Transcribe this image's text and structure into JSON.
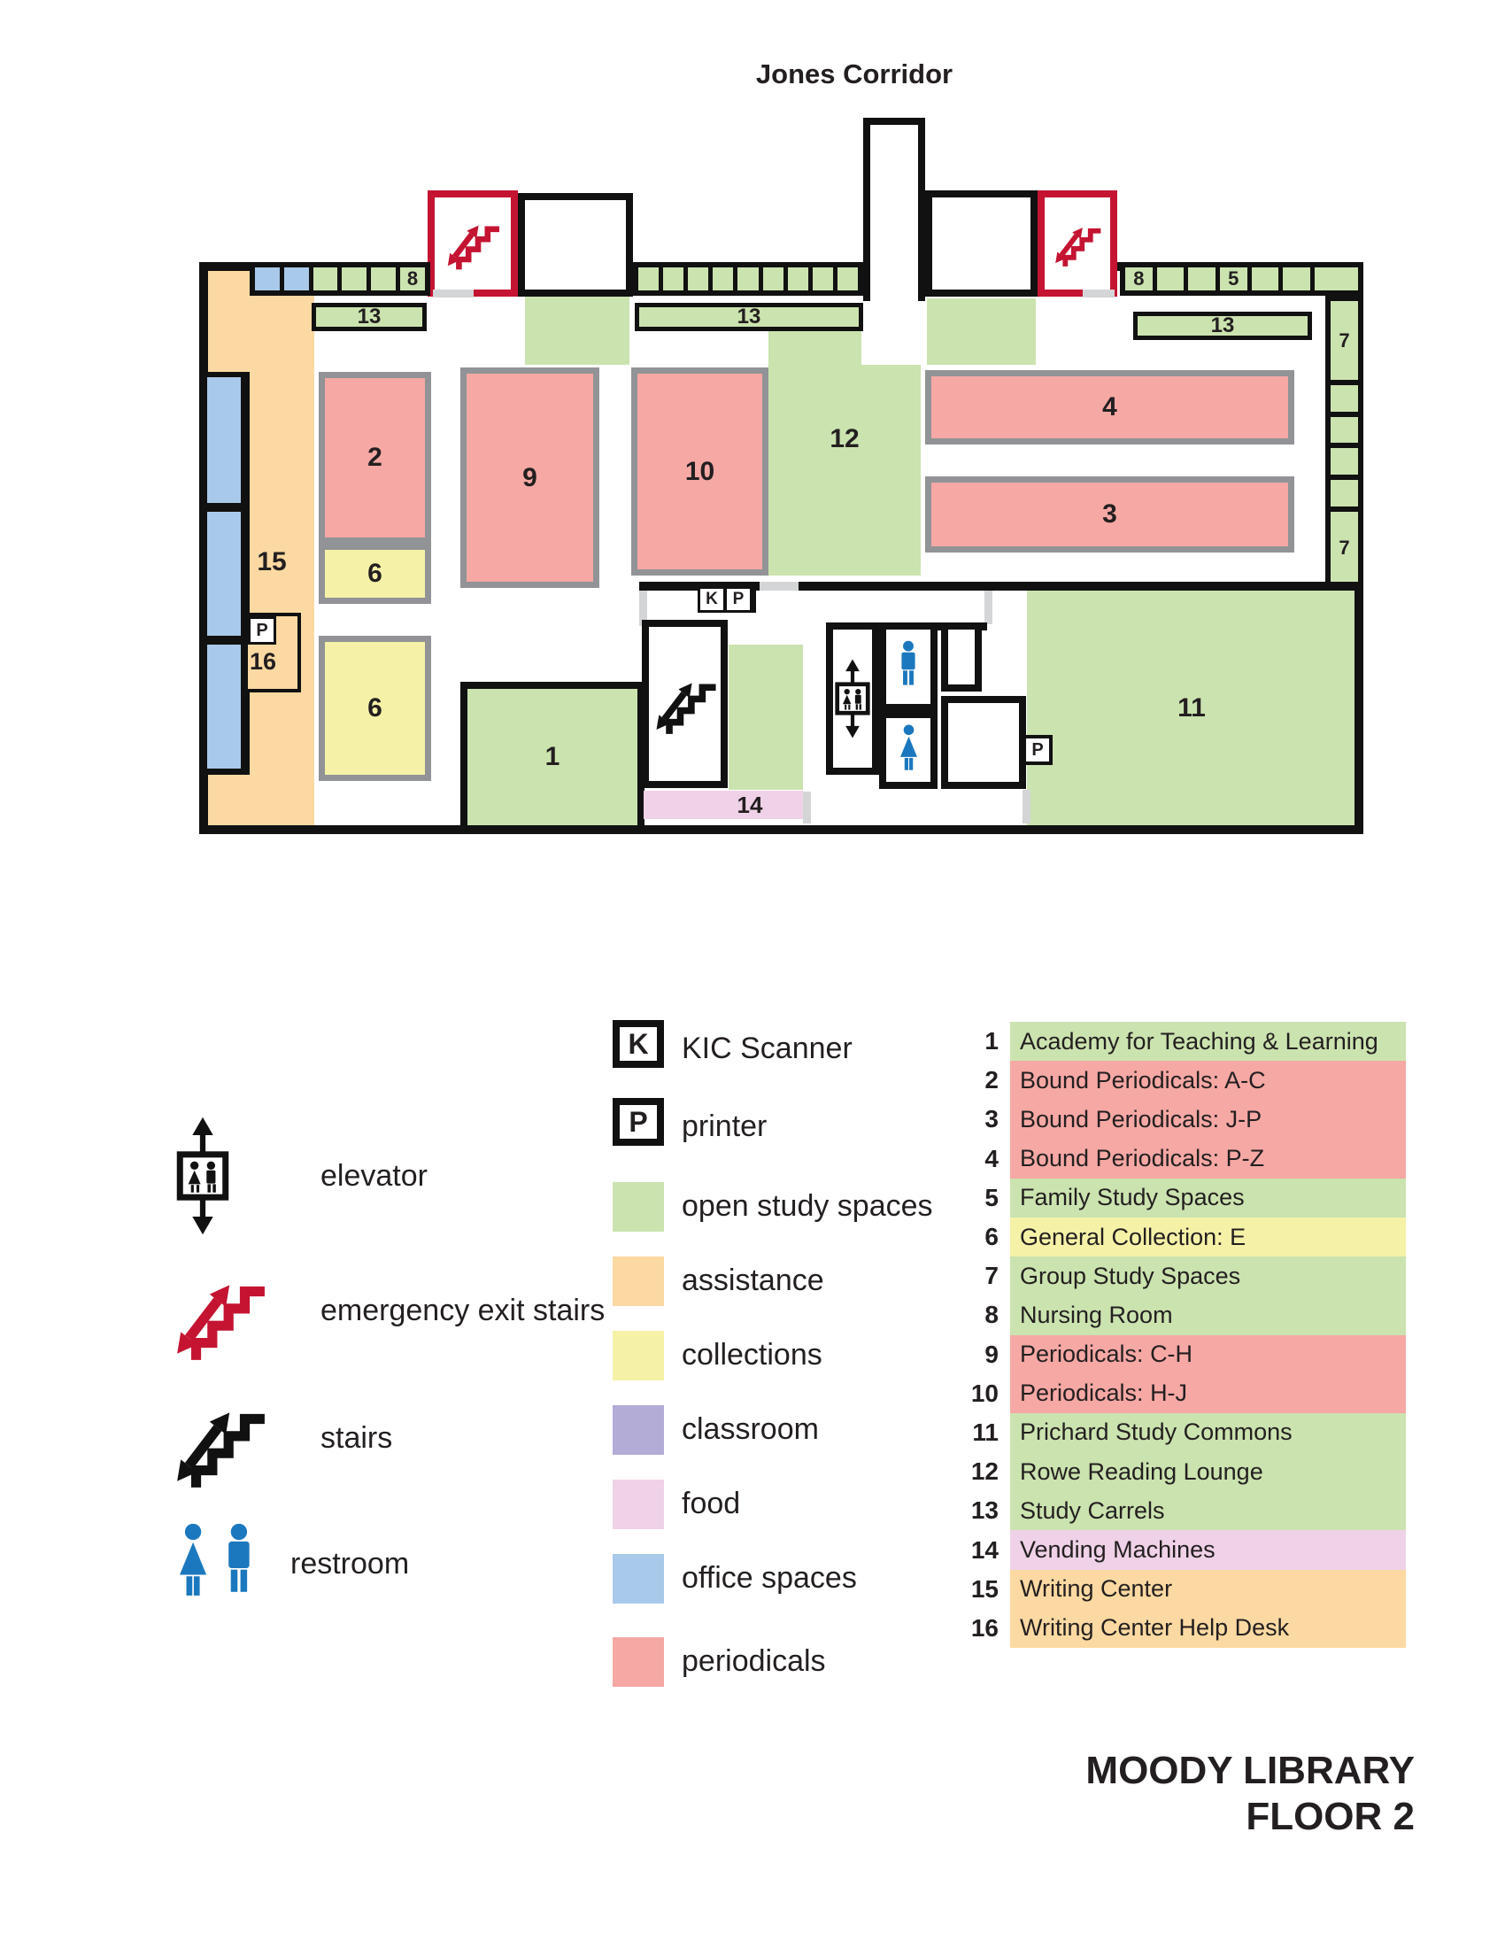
{
  "page": {
    "corridor_label": "Jones Corridor",
    "footer": [
      "MOODY LIBRARY",
      "FLOOR 2"
    ]
  },
  "colors": {
    "open_study": "#cbe3af",
    "assistance": "#fcd9a2",
    "collections": "#f5f2a8",
    "classroom": "#b3acd6",
    "food": "#efd2e7",
    "office": "#a9c9ea",
    "periodicals": "#f5a8a4",
    "emergency_red": "#c41432",
    "restroom_blue": "#1b78be",
    "wall": "#111111",
    "room_border": "#919396",
    "door": "#d4d5d7"
  },
  "map": {
    "labels": {
      "n1": "1",
      "n2": "2",
      "n3": "3",
      "n4": "4",
      "n5": "5",
      "n6": "6",
      "n7": "7",
      "n8": "8",
      "n9": "9",
      "n10": "10",
      "n11": "11",
      "n12": "12",
      "n13": "13",
      "n14": "14",
      "n15": "15",
      "n16": "16",
      "k": "K",
      "p": "P"
    }
  },
  "legend": {
    "icons": [
      {
        "name": "elevator",
        "label": "elevator"
      },
      {
        "name": "emergency-exit-stairs",
        "label": "emergency exit stairs"
      },
      {
        "name": "stairs",
        "label": "stairs"
      },
      {
        "name": "restroom",
        "label": "restroom"
      }
    ],
    "symbols": [
      {
        "key": "K",
        "label": "KIC Scanner"
      },
      {
        "key": "P",
        "label": "printer"
      }
    ],
    "swatches": [
      {
        "label": "open study spaces",
        "category": "open_study"
      },
      {
        "label": "assistance",
        "category": "assistance"
      },
      {
        "label": "collections",
        "category": "collections"
      },
      {
        "label": "classroom",
        "category": "classroom"
      },
      {
        "label": "food",
        "category": "food"
      },
      {
        "label": "office spaces",
        "category": "office"
      },
      {
        "label": "periodicals",
        "category": "periodicals"
      }
    ]
  },
  "directory": [
    {
      "num": "1",
      "label": "Academy for Teaching & Learning",
      "category": "open_study"
    },
    {
      "num": "2",
      "label": "Bound Periodicals: A-C",
      "category": "periodicals"
    },
    {
      "num": "3",
      "label": "Bound Periodicals: J-P",
      "category": "periodicals"
    },
    {
      "num": "4",
      "label": "Bound Periodicals: P-Z",
      "category": "periodicals"
    },
    {
      "num": "5",
      "label": "Family Study Spaces",
      "category": "open_study"
    },
    {
      "num": "6",
      "label": "General Collection: E",
      "category": "collections"
    },
    {
      "num": "7",
      "label": "Group Study Spaces",
      "category": "open_study"
    },
    {
      "num": "8",
      "label": "Nursing Room",
      "category": "open_study"
    },
    {
      "num": "9",
      "label": "Periodicals: C-H",
      "category": "periodicals"
    },
    {
      "num": "10",
      "label": "Periodicals: H-J",
      "category": "periodicals"
    },
    {
      "num": "11",
      "label": "Prichard Study Commons",
      "category": "open_study"
    },
    {
      "num": "12",
      "label": "Rowe Reading Lounge",
      "category": "open_study"
    },
    {
      "num": "13",
      "label": "Study Carrels",
      "category": "open_study"
    },
    {
      "num": "14",
      "label": "Vending Machines",
      "category": "food"
    },
    {
      "num": "15",
      "label": "Writing Center",
      "category": "assistance"
    },
    {
      "num": "16",
      "label": "Writing Center Help Desk",
      "category": "assistance"
    }
  ]
}
